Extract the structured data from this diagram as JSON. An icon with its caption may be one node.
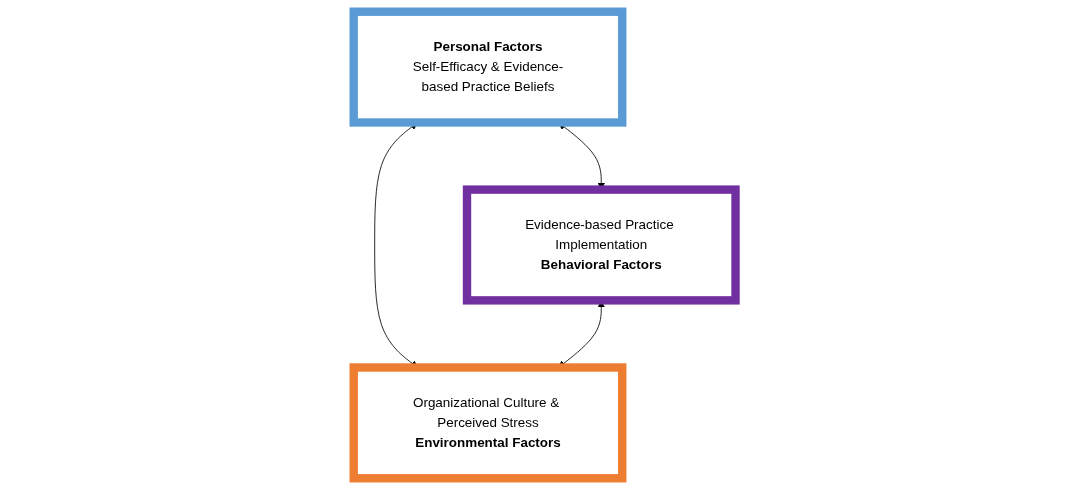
{
  "diagram": {
    "nodes": [
      {
        "text": [
          "Personal Factors",
          "Self-Efficacy & Evidence-based Practice Beliefs"
        ]
      },
      {
        "text": [
          "Evidence-based Practice Implementation",
          "Behavioral Factors"
        ]
      },
      {
        "text": [
          "Organizational Culture & Perceived Stress",
          "Environmental Factors"
        ]
      }
    ],
    "edges": [
      {
        "from": 0,
        "to": 1,
        "arrow": "both"
      },
      {
        "from": 0,
        "to": 2,
        "arrow": "both"
      },
      {
        "from": 1,
        "to": 2,
        "arrow": "both"
      }
    ]
  }
}
